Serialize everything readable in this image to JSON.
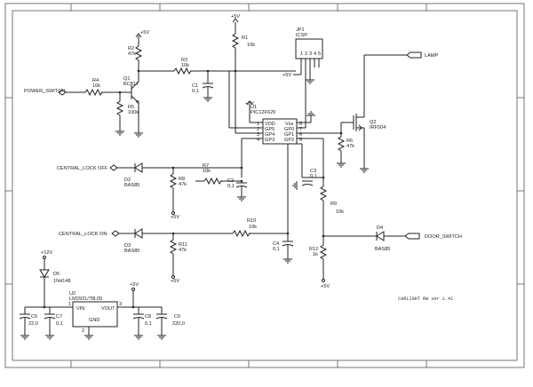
{
  "title_block": {
    "text": "CARLIGHT RW ver 1.41"
  },
  "nets": {
    "power_switch": "POWER_SWITCH",
    "central_lock_off": "CENTRAL_LOCK OFF",
    "central_lock_on": "CENTRAL_LOCK ON",
    "lamp": "LAMP",
    "door_switch": "DOOR_SWITCH"
  },
  "power": {
    "plus5v": "+5V",
    "plus12v": "+12V"
  },
  "components": {
    "r1": {
      "ref": "R1",
      "value": "10k"
    },
    "r2": {
      "ref": "R2",
      "value": "47k"
    },
    "r3": {
      "ref": "R3",
      "value": "10k"
    },
    "r4": {
      "ref": "R4",
      "value": "10k"
    },
    "r5": {
      "ref": "R5",
      "value": "100k"
    },
    "r6": {
      "ref": "R6",
      "value": "47k"
    },
    "r7": {
      "ref": "R7",
      "value": "10k"
    },
    "r8": {
      "ref": "R8",
      "value": "47k"
    },
    "r9": {
      "ref": "R9",
      "value": "10k"
    },
    "r10": {
      "ref": "R10",
      "value": "10k"
    },
    "r11": {
      "ref": "R11",
      "value": "47k"
    },
    "r12": {
      "ref": "R12",
      "value": "1k"
    },
    "q1": {
      "ref": "Q1",
      "value": "BC817"
    },
    "q2": {
      "ref": "Q2",
      "value": "IRF504"
    },
    "c1": {
      "ref": "C1",
      "value": "0,1"
    },
    "c2": {
      "ref": "C2",
      "value": "0,1"
    },
    "c3": {
      "ref": "C3",
      "value": "0,1"
    },
    "c4": {
      "ref": "C4",
      "value": "0,1"
    },
    "c5": {
      "ref": "C5",
      "value": "22,0"
    },
    "c6": {
      "ref": "C6",
      "value": "220,0"
    },
    "c7": {
      "ref": "C7",
      "value": "0,1"
    },
    "c8": {
      "ref": "C8",
      "value": "0,1"
    },
    "d2": {
      "ref": "D2",
      "value": "BAS85"
    },
    "d3": {
      "ref": "D3",
      "value": "BAS85"
    },
    "d4": {
      "ref": "D4",
      "value": "BAS85"
    },
    "d5": {
      "ref": "D5",
      "value": "1N4148"
    },
    "jp1": {
      "ref": "JP1",
      "value": "ICSP",
      "pins": [
        "1",
        "2",
        "3",
        "4",
        "5"
      ]
    },
    "u1": {
      "ref": "U1",
      "value": "PIC12F629",
      "left_pins": [
        "VDD",
        "GP5",
        "GP4",
        "GP3"
      ],
      "left_nums": [
        "1",
        "2",
        "3",
        "4"
      ],
      "right_pins": [
        "Vss",
        "GP0",
        "GP1",
        "GP2"
      ],
      "right_nums": [
        "8",
        "7",
        "6",
        "5"
      ]
    },
    "u2": {
      "ref": "U2",
      "value": "LM2931/78L05",
      "vin": "VIN",
      "vout": "VOUT",
      "gnd": "GND",
      "pin1": "1",
      "pin2": "2",
      "pin3": "3"
    }
  }
}
